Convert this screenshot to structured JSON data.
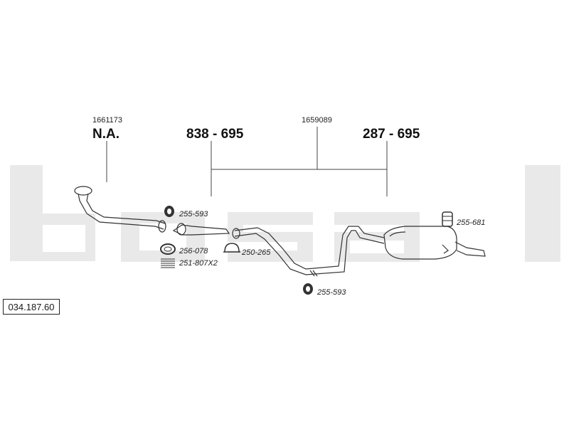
{
  "brand": {
    "name": "bosal",
    "color": "#e8e8e8"
  },
  "labels": {
    "ref_left": "1661173",
    "ref_left_code": "N.A.",
    "ref_mid": "1659089",
    "group_front": "838 - 695",
    "group_rear": "287 - 695"
  },
  "parts": {
    "p1": "255-593",
    "p2": "256-078",
    "p3": "251-807X2",
    "p4": "250-265",
    "p5": "255-593",
    "p6": "255-681"
  },
  "catalog_code": "034.187.60",
  "icons": [
    "rubber-hanger-icon",
    "gasket-ring-icon",
    "spring-icon",
    "clamp-icon",
    "mounting-rubber-icon"
  ]
}
